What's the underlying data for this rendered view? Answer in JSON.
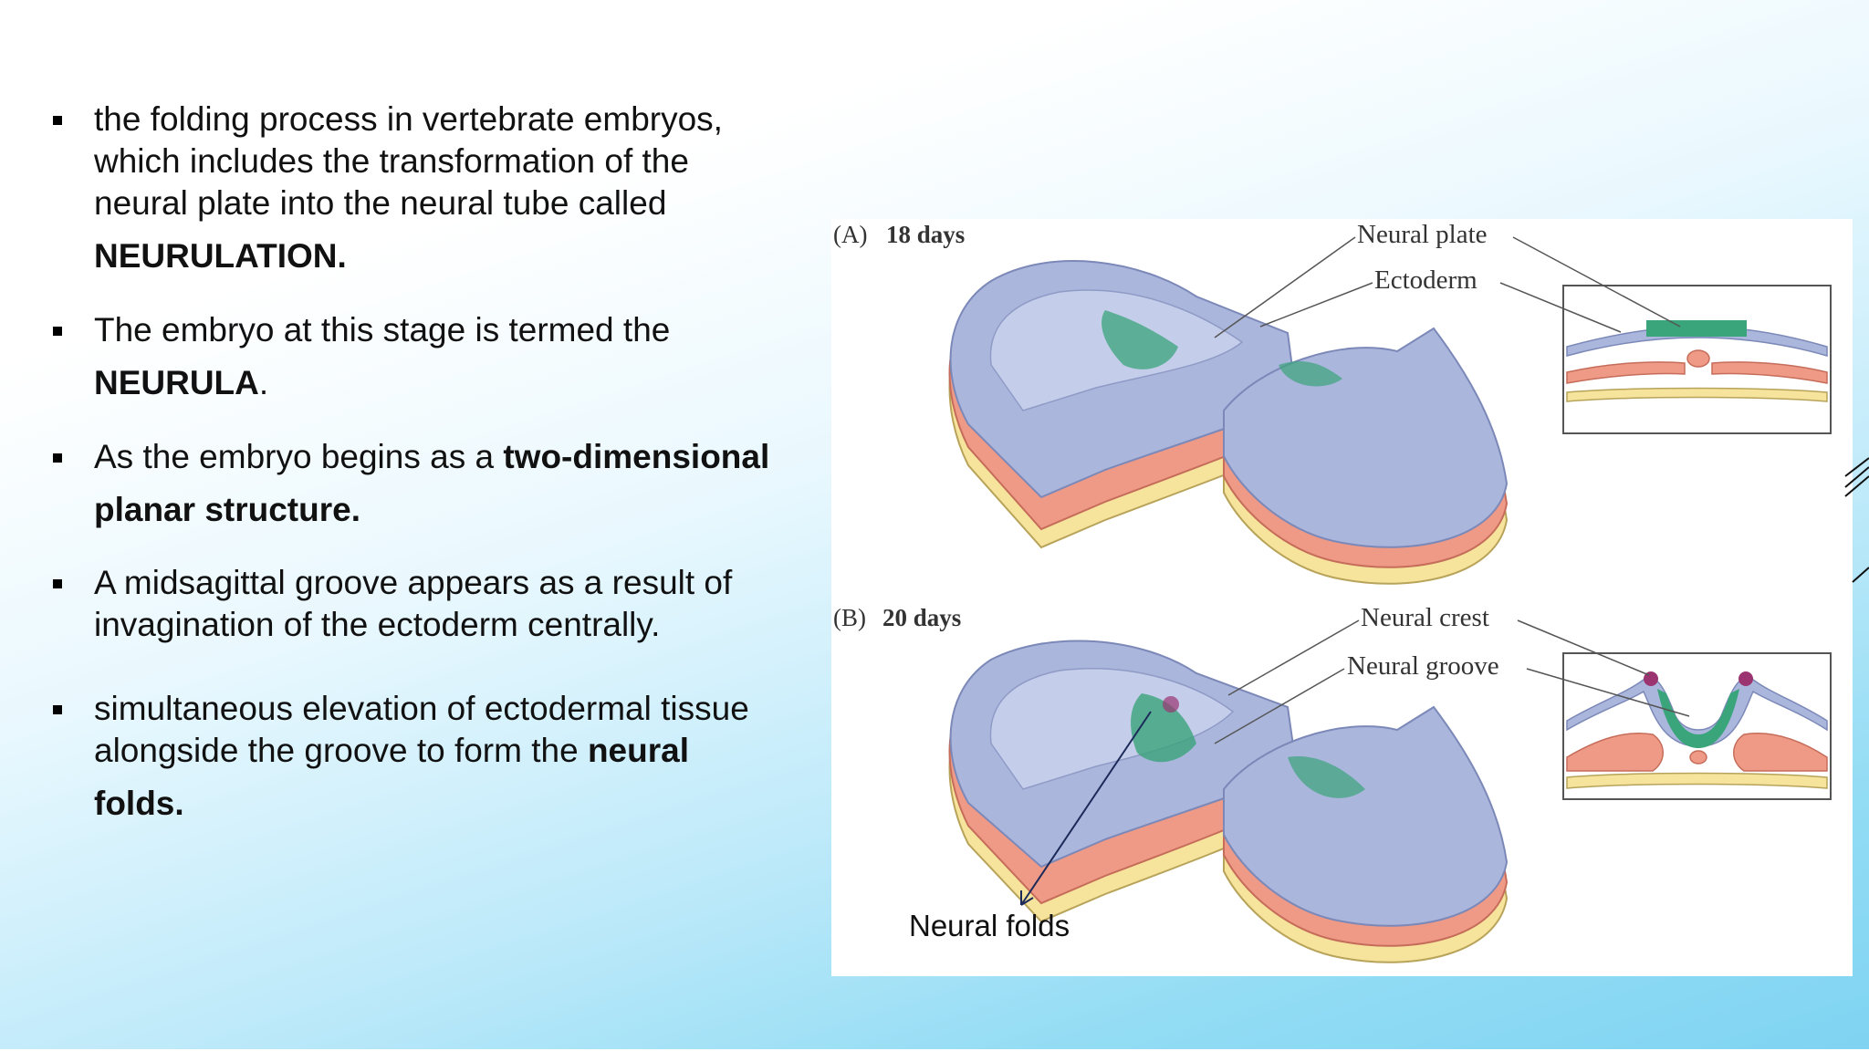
{
  "slide": {
    "background": {
      "top": "#ffffff",
      "bottom": "#7fd4f2"
    },
    "bullets": [
      {
        "lines": [
          "the folding process in vertebrate embryos,",
          "which includes the transformation of the",
          "neural plate into the neural tube called"
        ],
        "bold": "NEURULATION."
      },
      {
        "lines": [
          "The embryo at this stage is termed the"
        ],
        "bold": "NEURULA",
        "suffix": "."
      },
      {
        "lines": [
          "As the embryo begins as a "
        ],
        "bold_inline": "two-dimensional",
        "bold": "planar structure."
      },
      {
        "lines": [
          "A midsagittal groove appears as a result of",
          "invagination of the ectoderm centrally."
        ]
      },
      {
        "lines": [
          "simultaneous elevation of ectodermal tissue",
          "alongside the groove to form the "
        ],
        "bold_inline": "neural",
        "bold": "folds."
      }
    ]
  },
  "figure": {
    "panel_a": {
      "letter": "(A)",
      "age": "18 days"
    },
    "panel_b": {
      "letter": "(B)",
      "age": "20 days"
    },
    "labels": {
      "neural_plate": "Neural plate",
      "ectoderm": "Ectoderm",
      "neural_crest": "Neural crest",
      "neural_groove": "Neural groove",
      "neural_folds": "Neural folds"
    },
    "colors": {
      "ectoderm": "#aab6dc",
      "ectoderm_edge": "#7c89b8",
      "neural_plate": "#3aa47a",
      "mesoderm": "#ef9a86",
      "endoderm": "#f6e39c",
      "neural_crest": "#9b3470",
      "arrow": "#1c2a5a"
    }
  }
}
